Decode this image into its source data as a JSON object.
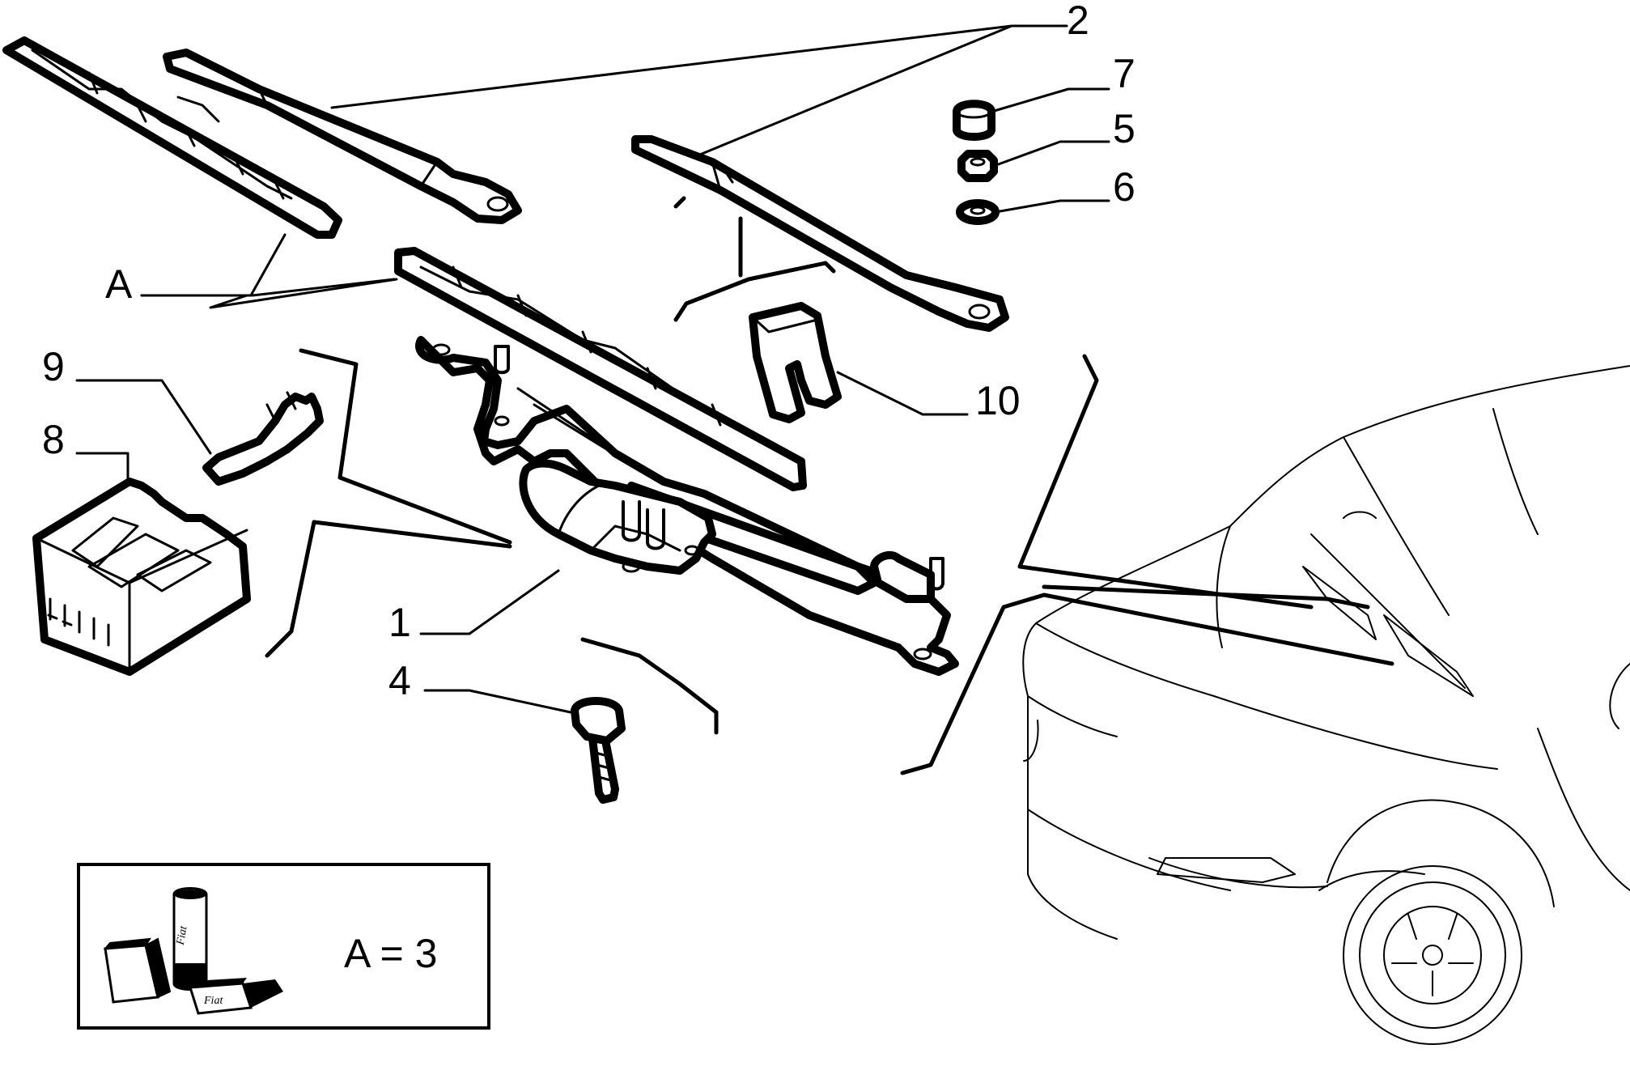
{
  "callouts": {
    "c1": "1",
    "c2": "2",
    "c4": "4",
    "c5": "5",
    "c6": "6",
    "c7": "7",
    "c8": "8",
    "c9": "9",
    "c10": "10",
    "cA": "A"
  },
  "kit": {
    "formula": "A = 3",
    "logo": "Fiat"
  },
  "icons": {
    "wiper_blade": "wiper-blade-icon",
    "wiper_arm": "wiper-arm-icon",
    "motor": "wiper-motor-icon",
    "linkage": "wiper-linkage-icon",
    "screw": "screw-icon",
    "nut": "nut-icon",
    "washer": "washer-icon",
    "cap": "cap-icon",
    "connector": "connector-housing-icon",
    "terminal": "terminal-icon",
    "cover": "cover-icon",
    "car": "car-icon",
    "kit": "lubricant-kit-icon"
  },
  "colors": {
    "ink": "#000000",
    "paper": "#ffffff"
  }
}
